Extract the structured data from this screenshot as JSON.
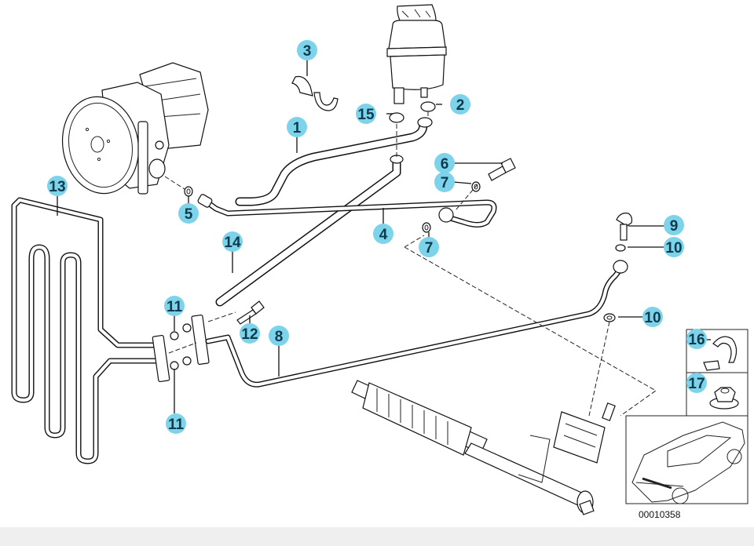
{
  "diagram": {
    "title": "Power steering hydraulic lines and oil cooler",
    "reference_code": "00010358",
    "callout_color": "#7dd3ea",
    "callout_text_color": "#0d3b4d",
    "callouts": [
      {
        "label": "1",
        "part": "suction hose"
      },
      {
        "label": "2",
        "part": "hose clamp"
      },
      {
        "label": "3",
        "part": "holder clip"
      },
      {
        "label": "4",
        "part": "pressure hose"
      },
      {
        "label": "5",
        "part": "gasket ring"
      },
      {
        "label": "6",
        "part": "hollow bolt"
      },
      {
        "label": "7",
        "part": "gasket ring"
      },
      {
        "label": "7",
        "part": "gasket ring"
      },
      {
        "label": "8",
        "part": "return pipe"
      },
      {
        "label": "9",
        "part": "hollow bolt"
      },
      {
        "label": "10",
        "part": "gasket ring"
      },
      {
        "label": "10",
        "part": "gasket ring"
      },
      {
        "label": "11",
        "part": "o-ring"
      },
      {
        "label": "11",
        "part": "o-ring"
      },
      {
        "label": "12",
        "part": "bolt"
      },
      {
        "label": "13",
        "part": "oil cooler"
      },
      {
        "label": "14",
        "part": "return hose"
      },
      {
        "label": "15",
        "part": "hose clamp"
      },
      {
        "label": "16",
        "part": "hose clamp"
      },
      {
        "label": "17",
        "part": "hex nut"
      }
    ],
    "components": [
      "power-steering-pump",
      "fluid-reservoir",
      "steering-rack",
      "vehicle-location-inset"
    ]
  }
}
